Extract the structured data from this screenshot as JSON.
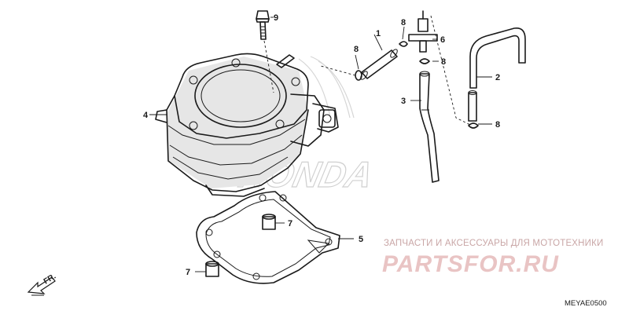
{
  "diagram": {
    "callouts": {
      "c1": "1",
      "c2": "2",
      "c3": "3",
      "c4": "4",
      "c5": "5",
      "c6": "6",
      "c7a": "7",
      "c7b": "7",
      "c8a": "8",
      "c8b": "8",
      "c8c": "8",
      "c8d": "8",
      "c9": "9"
    },
    "direction_label": "FR.",
    "diagram_code": "MEYAE0500"
  },
  "watermark": {
    "caption": "ЗАПЧАСТИ И АКСЕССУАРЫ ДЛЯ МОТОТЕХНИКИ",
    "logo_text": "PARTSFOR.RU",
    "background_brand": "HONDA",
    "colors": {
      "caption": "#c9a6a6",
      "logo": "#e9c4c4",
      "brand": "#d8d8d8"
    }
  }
}
